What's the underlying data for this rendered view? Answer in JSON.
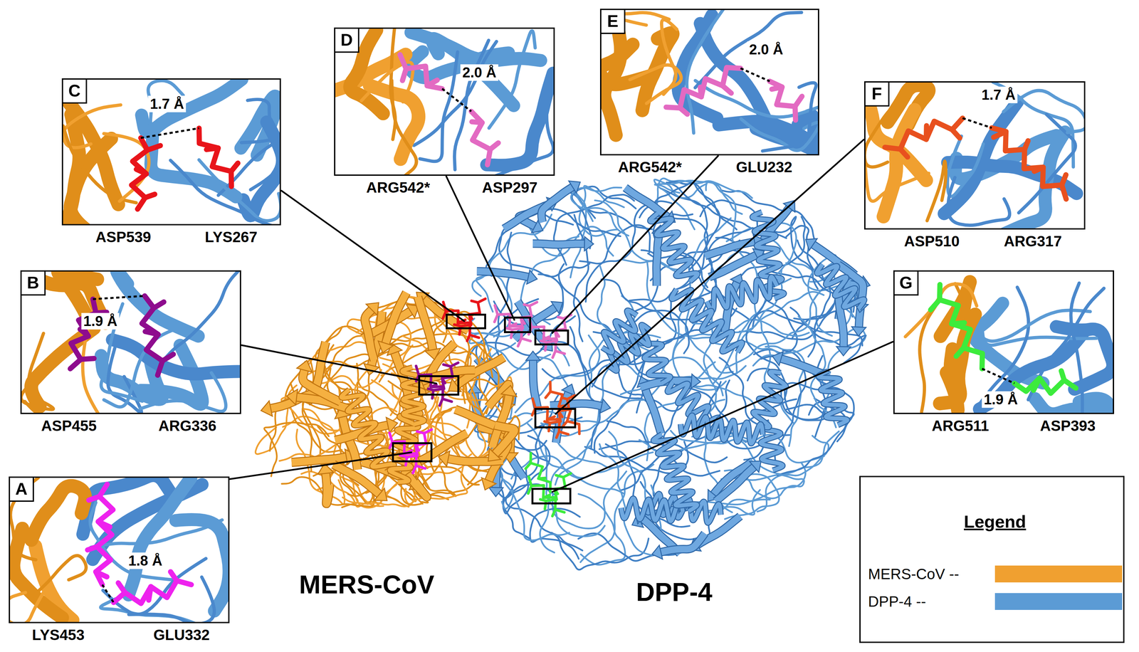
{
  "diagram": {
    "nodes": [
      {
        "text": [
          "ASP539",
          "LYS267",
          "1.7 Å"
        ]
      },
      {
        "text": [
          "C"
        ],
        "in": 0
      },
      {
        "text": [
          "ARG542*",
          "ASP297",
          "2.0 Å"
        ]
      },
      {
        "text": [
          "D"
        ],
        "in": 2
      },
      {
        "text": [
          "ARG542*",
          "GLU232",
          "2.0 Å"
        ]
      },
      {
        "text": [
          "E"
        ],
        "in": 4
      },
      {
        "text": [
          "ASP510",
          "ARG317",
          "1.7 Å"
        ]
      },
      {
        "text": [
          "F"
        ],
        "in": 6
      },
      {
        "text": [
          "ASP455",
          "ARG336",
          "1.9 Å"
        ]
      },
      {
        "text": [
          "B"
        ],
        "in": 8
      },
      {
        "text": [
          "ARG511",
          "ASP393",
          "1.9 Å"
        ]
      },
      {
        "text": [
          "G"
        ],
        "in": 10
      },
      {
        "text": [
          "LYS453",
          "GLU332",
          "1.8 Å"
        ]
      },
      {
        "text": [
          "A"
        ],
        "in": 12
      }
    ],
    "labels": [
      "MERS-CoV",
      "DPP-4",
      "Legend"
    ],
    "legend": [
      {
        "text": "MERS-CoV --",
        "color": "#F0A030"
      },
      {
        "text": "DPP-4 --",
        "color": "#5B9BD5"
      }
    ]
  }
}
